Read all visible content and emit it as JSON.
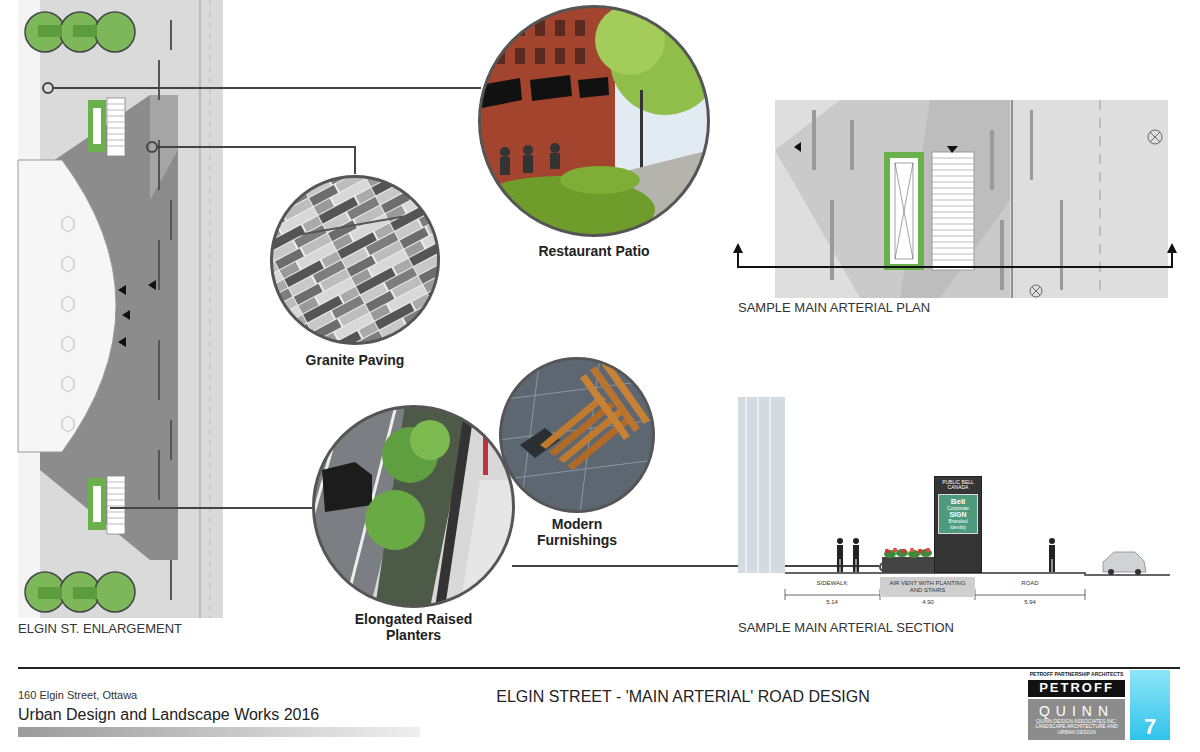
{
  "diagram": {
    "title": "ELGIN STREET - 'MAIN ARTERIAL' ROAD DESIGN",
    "nodes": [
      {
        "text": [
          "Restaurant Patio"
        ]
      },
      {
        "text": [
          "Granite Paving"
        ]
      },
      {
        "text": [
          "Modern Furnishings"
        ]
      },
      {
        "text": [
          "Elongated Raised Planters"
        ]
      },
      {
        "text": [
          "AIR VENT WITH PLANTING AND STAIRS"
        ]
      },
      {
        "text": [
          "PUBLIC BELL CANADA",
          "Bell",
          "Corporate",
          "SIGN",
          "Branded",
          "Identity"
        ]
      },
      {
        "text": [
          "PETROFF"
        ]
      },
      {
        "text": [
          "QUINN",
          "QUINN DESIGN ASSOCIATES INC.",
          "LANDSCAPE ARCHITECTURE AND URBAN DESIGN"
        ]
      },
      {
        "text": [
          "7"
        ]
      }
    ],
    "labels": [
      "ELGIN ST. ENLARGEMENT",
      "SAMPLE MAIN ARTERIAL PLAN",
      "SAMPLE MAIN ARTERIAL SECTION",
      "SIDEWALK",
      "ROAD",
      "5.14",
      "4.90",
      "5.94",
      "160 Elgin Street, Ottawa",
      "Urban Design and Landscape Works 2016",
      "PETROFF PARTNERSHIP ARCHITECTS"
    ]
  }
}
